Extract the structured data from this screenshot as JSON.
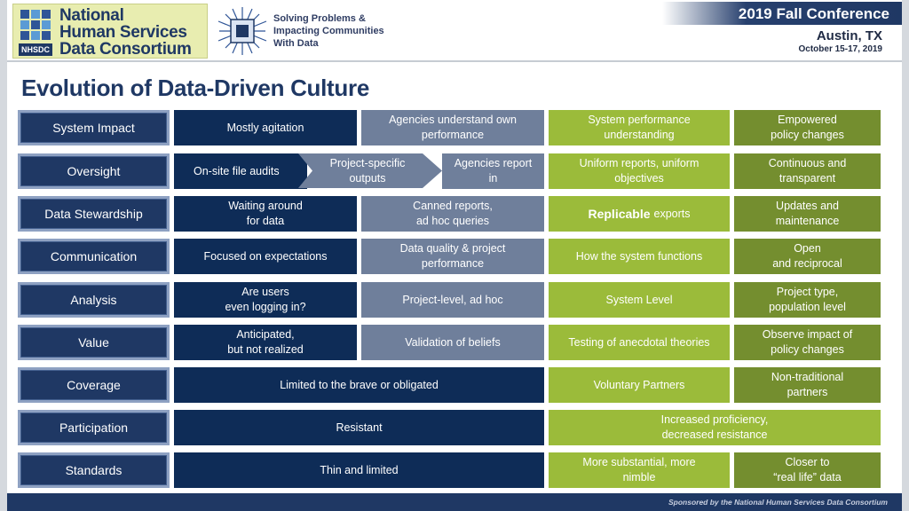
{
  "header": {
    "logo_lines": [
      "National",
      "Human Services",
      "Data Consortium"
    ],
    "logo_badge": "NHSDC",
    "tagline_lines": [
      "Solving Problems &",
      "Impacting Communities",
      "With Data"
    ],
    "conference_title": "2019 Fall Conference",
    "conference_city": "Austin, TX",
    "conference_dates": "October 15-17, 2019"
  },
  "title": "Evolution of Data-Driven Culture",
  "rows": [
    {
      "label": "System Impact",
      "c1": "Mostly agitation",
      "c2a": "Agencies understand own",
      "c2b": "performance",
      "c3a": "System performance",
      "c3b": "understanding",
      "c4a": "Empowered",
      "c4b": "policy changes"
    },
    {
      "label": "Oversight",
      "c1": "On-site file audits",
      "proj_a": "Project-specific",
      "proj_b": "outputs",
      "c2a": "Agencies report",
      "c2b": "in",
      "c3a": "Uniform reports, uniform",
      "c3b": "objectives",
      "c4a": "Continuous and",
      "c4b": "transparent"
    },
    {
      "label": "Data Stewardship",
      "c1a": "Waiting around",
      "c1b": "for data",
      "c2a": "Canned reports,",
      "c2b": "ad hoc queries",
      "c3_bold": "Replicable",
      "c3": "exports",
      "c4a": "Updates and",
      "c4b": "maintenance"
    },
    {
      "label": "Communication",
      "c1": "Focused on expectations",
      "c2a": "Data quality & project",
      "c2b": "performance",
      "c3": "How the system functions",
      "c4a": "Open",
      "c4b": "and reciprocal"
    },
    {
      "label": "Analysis",
      "c1a": "Are users",
      "c1b": "even logging in?",
      "c2": "Project-level, ad hoc",
      "c3": "System Level",
      "c4a": "Project type,",
      "c4b": "population level"
    },
    {
      "label": "Value",
      "c1a": "Anticipated,",
      "c1b": "but not realized",
      "c2": "Validation of beliefs",
      "c3": "Testing of anecdotal theories",
      "c4a": "Observe impact of",
      "c4b": "policy changes"
    },
    {
      "label": "Coverage",
      "c12": "Limited to the brave or obligated",
      "c3": "Voluntary Partners",
      "c4a": "Non-traditional",
      "c4b": "partners"
    },
    {
      "label": "Participation",
      "c12": "Resistant",
      "c34a": "Increased proficiency,",
      "c34b": "decreased resistance"
    },
    {
      "label": "Standards",
      "c12": "Thin and limited",
      "c3a": "More substantial, more",
      "c3b": "nimble",
      "c4a": "Closer to",
      "c4b": "“real life” data"
    }
  ],
  "footer": "Sponsored by the National Human Services Data Consortium",
  "colors": {
    "navy": "#1f3864",
    "dark": "#0e2c57",
    "mid": "#6f7f9b",
    "lime": "#9bbb3a",
    "olive": "#748e2f"
  }
}
